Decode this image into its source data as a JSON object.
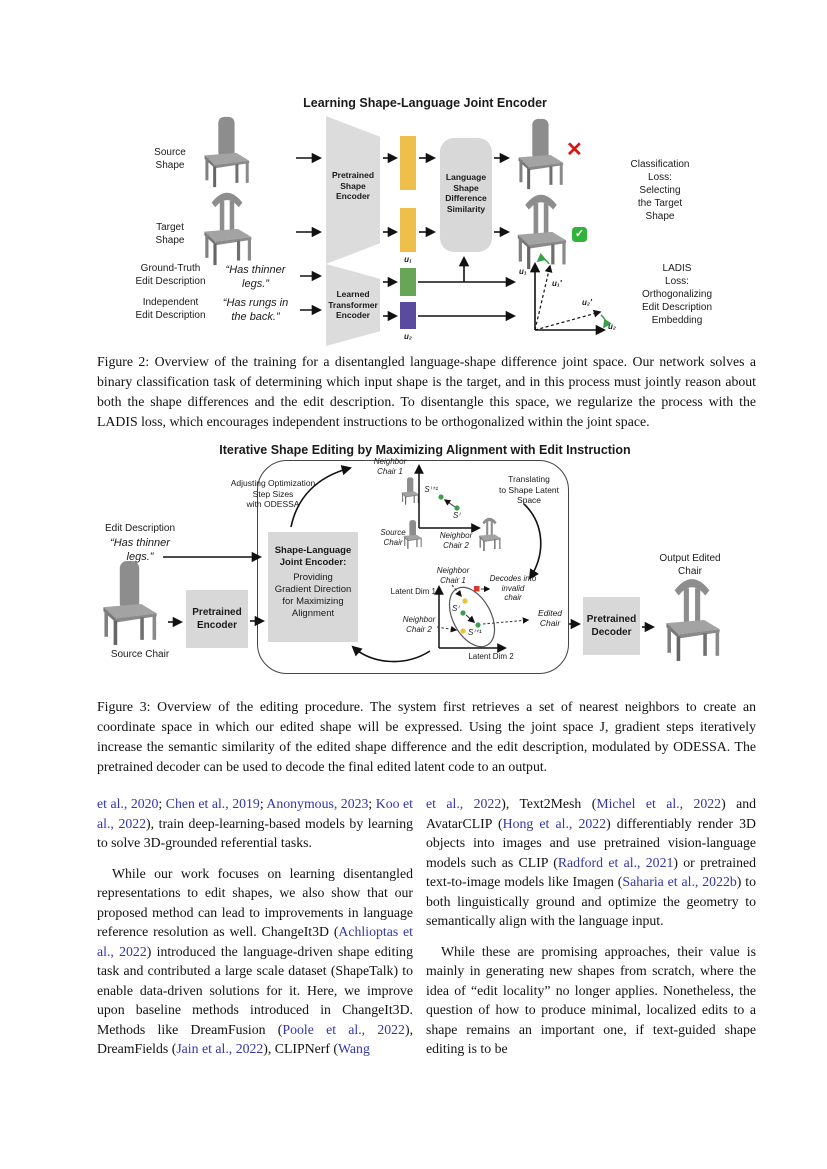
{
  "figure2": {
    "title": "Learning Shape-Language Joint Encoder",
    "source_shape": "Source\nShape",
    "target_shape": "Target\nShape",
    "gt_edit": "Ground-Truth\nEdit Description",
    "ind_edit": "Independent\nEdit Description",
    "quote1": "“Has thinner\nlegs.”",
    "quote2": "“Has rungs in\nthe back.”",
    "shape_encoder": "Pretrained\nShape\nEncoder",
    "transformer_encoder": "Learned\nTransformer\nEncoder",
    "similarity_box": "Language\nShape\nDifference\nSimilarity",
    "u1": "u₁",
    "u2": "u₂",
    "u1_vec": "u₁",
    "u1_prime": "u₁′",
    "u2_prime": "u₂′",
    "u2_vec": "u₂",
    "x_mark": "✕",
    "check_mark": "✓",
    "classification_loss": "Classification\nLoss:\nSelecting\nthe Target\nShape",
    "ladis_loss": "LADIS\nLoss:\nOrthogonalizing\nEdit Description\nEmbedding",
    "caption": "Figure 2: Overview of the training for a disentangled language-shape difference joint space. Our network solves a binary classification task of determining which input shape is the target, and in this process must jointly reason about both the shape differences and the edit description. To disentangle this space, we regularize the process with the LADIS loss, which encourages independent instructions to be orthogonalized within the joint space."
  },
  "figure3": {
    "title": "Iterative Shape Editing by Maximizing Alignment with Edit Instruction",
    "edit_description": "Edit Description",
    "edit_quote": "“Has thinner\nlegs.”",
    "source_chair": "Source Chair",
    "pretrained_encoder": "Pretrained\nEncoder",
    "joint_encoder_title": "Shape-Language\nJoint Encoder:",
    "joint_encoder_body": "Providing\nGradient Direction\nfor Maximizing\nAlignment",
    "odessa_note": "Adjusting Optimization\nStep Sizes\nwith ODESSA",
    "translating_note": "Translating\nto Shape Latent\nSpace",
    "top_plot": {
      "neighbor1": "Neighbor\nChair 1",
      "neighbor2": "Neighbor\nChair 2",
      "source": "Source\nChair",
      "s_next": "Sⁱ⁺¹",
      "s_cur": "Sⁱ"
    },
    "latent_plot": {
      "dim1": "Latent Dim 1",
      "dim2": "Latent Dim 2",
      "neighbor1": "Neighbor\nChair 1",
      "neighbor2": "Neighbor\nChair 2",
      "s_cur": "Sⁱ",
      "s_next": "Sⁱ⁺¹",
      "decodes": "Decodes into\ninvalid\nchair",
      "edited": "Edited\nChair"
    },
    "pretrained_decoder": "Pretrained\nDecoder",
    "output_label": "Output Edited\nChair",
    "caption": "Figure 3: Overview of the editing procedure. The system first retrieves a set of nearest neighbors to create an coordinate space in which our edited shape will be expressed. Using the joint space J, gradient steps iteratively increase the semantic similarity of the edited shape difference and the edit description, modulated by ODESSA. The pretrained decoder can be used to decode the final edited latent code to an output."
  },
  "body": {
    "left": {
      "p1": [
        {
          "t": "et al., 2020",
          "c": true
        },
        {
          "t": "; "
        },
        {
          "t": "Chen et al., 2019",
          "c": true
        },
        {
          "t": "; "
        },
        {
          "t": "Anonymous, 2023",
          "c": true
        },
        {
          "t": "; "
        },
        {
          "t": "Koo et al., 2022",
          "c": true
        },
        {
          "t": "), train deep-learning-based models by learning to solve 3D-grounded referential tasks."
        }
      ],
      "p2": [
        {
          "t": "While our work focuses on learning disentangled representations to edit shapes, we also show that our proposed method can lead to improvements in language reference resolution as well. ChangeIt3D ("
        },
        {
          "t": "Achlioptas et al., 2022",
          "c": true
        },
        {
          "t": ") introduced the language-driven shape editing task and contributed a large scale dataset (ShapeTalk) to enable data-driven solutions for it. Here, we improve upon baseline methods introduced in ChangeIt3D. Methods like DreamFusion ("
        },
        {
          "t": "Poole et al., 2022",
          "c": true
        },
        {
          "t": "), DreamFields ("
        },
        {
          "t": "Jain et al., 2022",
          "c": true
        },
        {
          "t": "), CLIPNerf ("
        },
        {
          "t": "Wang",
          "c": true
        }
      ]
    },
    "right": {
      "p1": [
        {
          "t": "et al., 2022",
          "c": true
        },
        {
          "t": "), Text2Mesh ("
        },
        {
          "t": "Michel et al., 2022",
          "c": true
        },
        {
          "t": ") and AvatarCLIP ("
        },
        {
          "t": "Hong et al., 2022",
          "c": true
        },
        {
          "t": ") differentiably render 3D objects into images and use pretrained vision-language models such as CLIP ("
        },
        {
          "t": "Radford et al., 2021",
          "c": true
        },
        {
          "t": ") or pretrained text-to-image models like Imagen ("
        },
        {
          "t": "Saharia et al., 2022b",
          "c": true
        },
        {
          "t": ") to both linguistically ground and optimize the geometry to semantically align with the language input."
        }
      ],
      "p2": [
        {
          "t": "While these are promising approaches, their value is mainly in generating new shapes from scratch, where the idea of “edit locality” no longer applies. Nonetheless, the question of how to produce minimal, localized edits to a shape remains an important one, if text-guided shape editing is to be"
        }
      ]
    }
  },
  "colors": {
    "embedding_yellow": "#EFBF4B",
    "u1_green": "#69A557",
    "u2_purple": "#5A4B9F",
    "box_gray": "#D8D8D8",
    "citation_blue": "#3236A8",
    "x_red": "#DE1212",
    "check_green": "#2FB33A"
  }
}
